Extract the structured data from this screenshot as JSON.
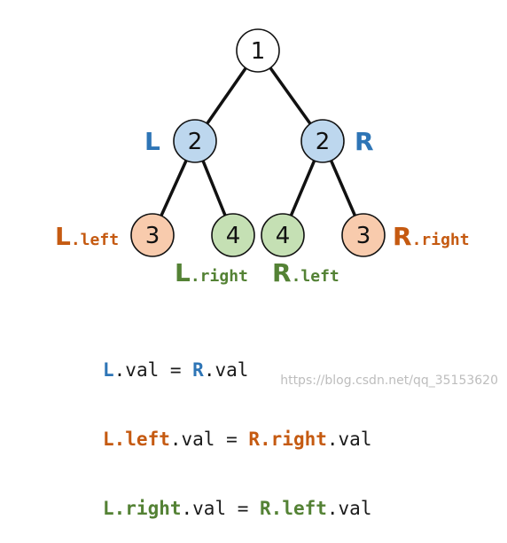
{
  "colors": {
    "blue": "#2e75b6",
    "orange": "#c55a11",
    "green": "#548235"
  },
  "nodes": [
    {
      "id": "root",
      "value": "1",
      "fill": "#ffffff"
    },
    {
      "id": "L",
      "value": "2",
      "fill": "#bdd7ee"
    },
    {
      "id": "R",
      "value": "2",
      "fill": "#bdd7ee"
    },
    {
      "id": "L-left",
      "value": "3",
      "fill": "#f8cbad"
    },
    {
      "id": "L-right",
      "value": "4",
      "fill": "#c5e0b4"
    },
    {
      "id": "R-left",
      "value": "4",
      "fill": "#c5e0b4"
    },
    {
      "id": "R-right",
      "value": "3",
      "fill": "#f8cbad"
    }
  ],
  "labels": {
    "L": "L",
    "R": "R",
    "l_left": {
      "big": "L",
      "suffix": ".left"
    },
    "r_right": {
      "big": "R",
      "suffix": ".right"
    },
    "l_right": {
      "big": "L",
      "suffix": ".right"
    },
    "r_left": {
      "big": "R",
      "suffix": ".left"
    }
  },
  "code": {
    "line1": {
      "a": "L",
      "mid": ".val = ",
      "b": "R",
      "end": ".val"
    },
    "line2": {
      "a": "L.left",
      "mid": ".val = ",
      "b": "R.right",
      "end": ".val"
    },
    "line3": {
      "a": "L.right",
      "mid": ".val = ",
      "b": "R.left",
      "end": ".val"
    }
  },
  "watermark": "https://blog.csdn.net/qq_35153620"
}
